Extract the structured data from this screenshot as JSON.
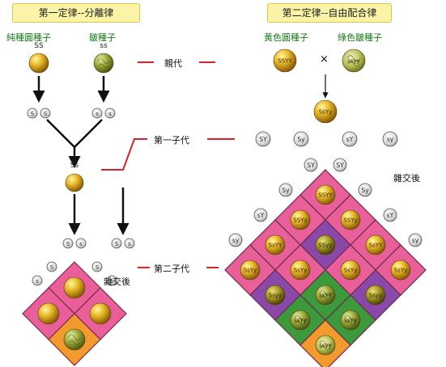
{
  "left": {
    "title": "第一定律--分離律",
    "parent1_label": "純種圓種子",
    "parent1_genotype": "SS",
    "parent2_label": "皺種子",
    "parent2_genotype": "ss",
    "gamete_upper": "S",
    "gamete_lower": "s",
    "f1_genotype": "Ss",
    "cross_label": "雜交後"
  },
  "right": {
    "title": "第二定律--自由配合律",
    "parent1_label": "黃色圓種子",
    "parent2_label": "綠色皺種子",
    "parent1_genotype": "SSYY",
    "parent2_genotype": "ssyy",
    "cross_symbol": "×",
    "f1_genotype": "SsYy",
    "gametes": [
      "SY",
      "Sy",
      "sY",
      "sy"
    ],
    "cross_label": "雜交後",
    "grid": [
      [
        "SSYY",
        "SSYy",
        "SsYY",
        "SsYy"
      ],
      [
        "SSYy",
        "SSyy",
        "SsYy",
        "Ssyy"
      ],
      [
        "SsYY",
        "SsYy",
        "ssYY",
        "ssYy"
      ],
      [
        "SsYy",
        "Ssyy",
        "ssYy",
        "ssyy"
      ]
    ]
  },
  "generations": {
    "parent": "親代",
    "f1": "第一子代",
    "f2": "第二子代"
  },
  "colors": {
    "title_bg": "#fbf3a6",
    "pink": "#e85f9a",
    "purple": "#8a49a8",
    "green": "#3c9a3c",
    "orange": "#f29a2e",
    "line_red": "#d8232a",
    "label_green": "#1a7a1a"
  }
}
